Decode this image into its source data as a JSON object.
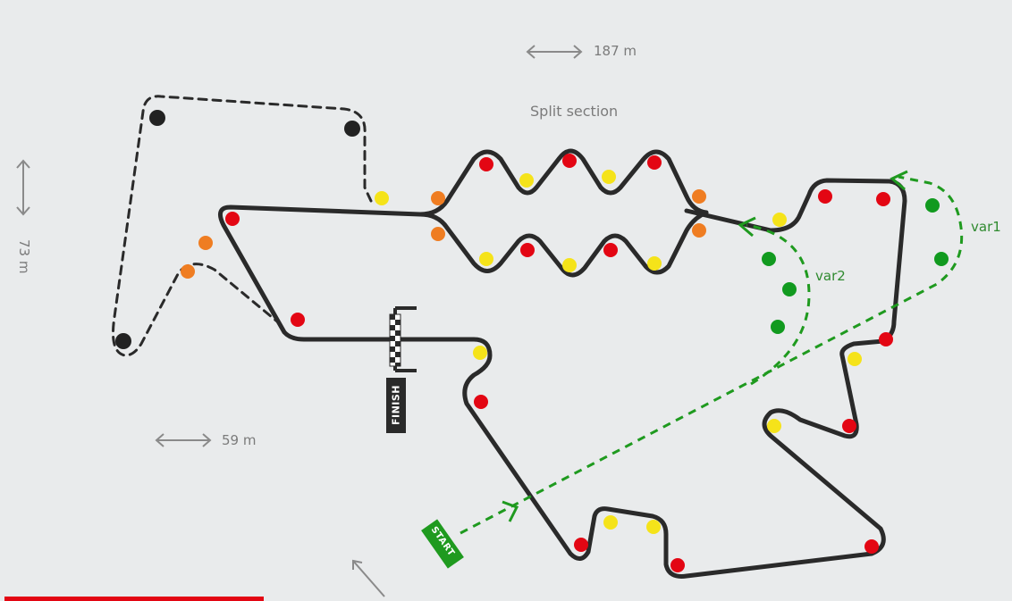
{
  "labels": {
    "split_section": "Split section",
    "scale_horizontal_top": "187 m",
    "scale_vertical": "73 m",
    "scale_horizontal_left": "59 m",
    "variant_1": "var1",
    "variant_2": "var2",
    "start": "START",
    "finish": "FINISH"
  },
  "colors": {
    "background": "#e9ebec",
    "track": "#2a2a2a",
    "red_cone": "#e30613",
    "yellow_cone": "#f5e31a",
    "orange_cone": "#ef7d22",
    "green_cone": "#119a1f",
    "black_cone": "#222222",
    "variant_route": "#1f9a1f",
    "text": "#7b7b7b",
    "bottom_bar": "#e30613"
  },
  "icons": [
    "double-arrow-horizontal",
    "double-arrow-vertical",
    "double-arrow-diagonal",
    "checkered-finish-gate",
    "start-flag"
  ]
}
